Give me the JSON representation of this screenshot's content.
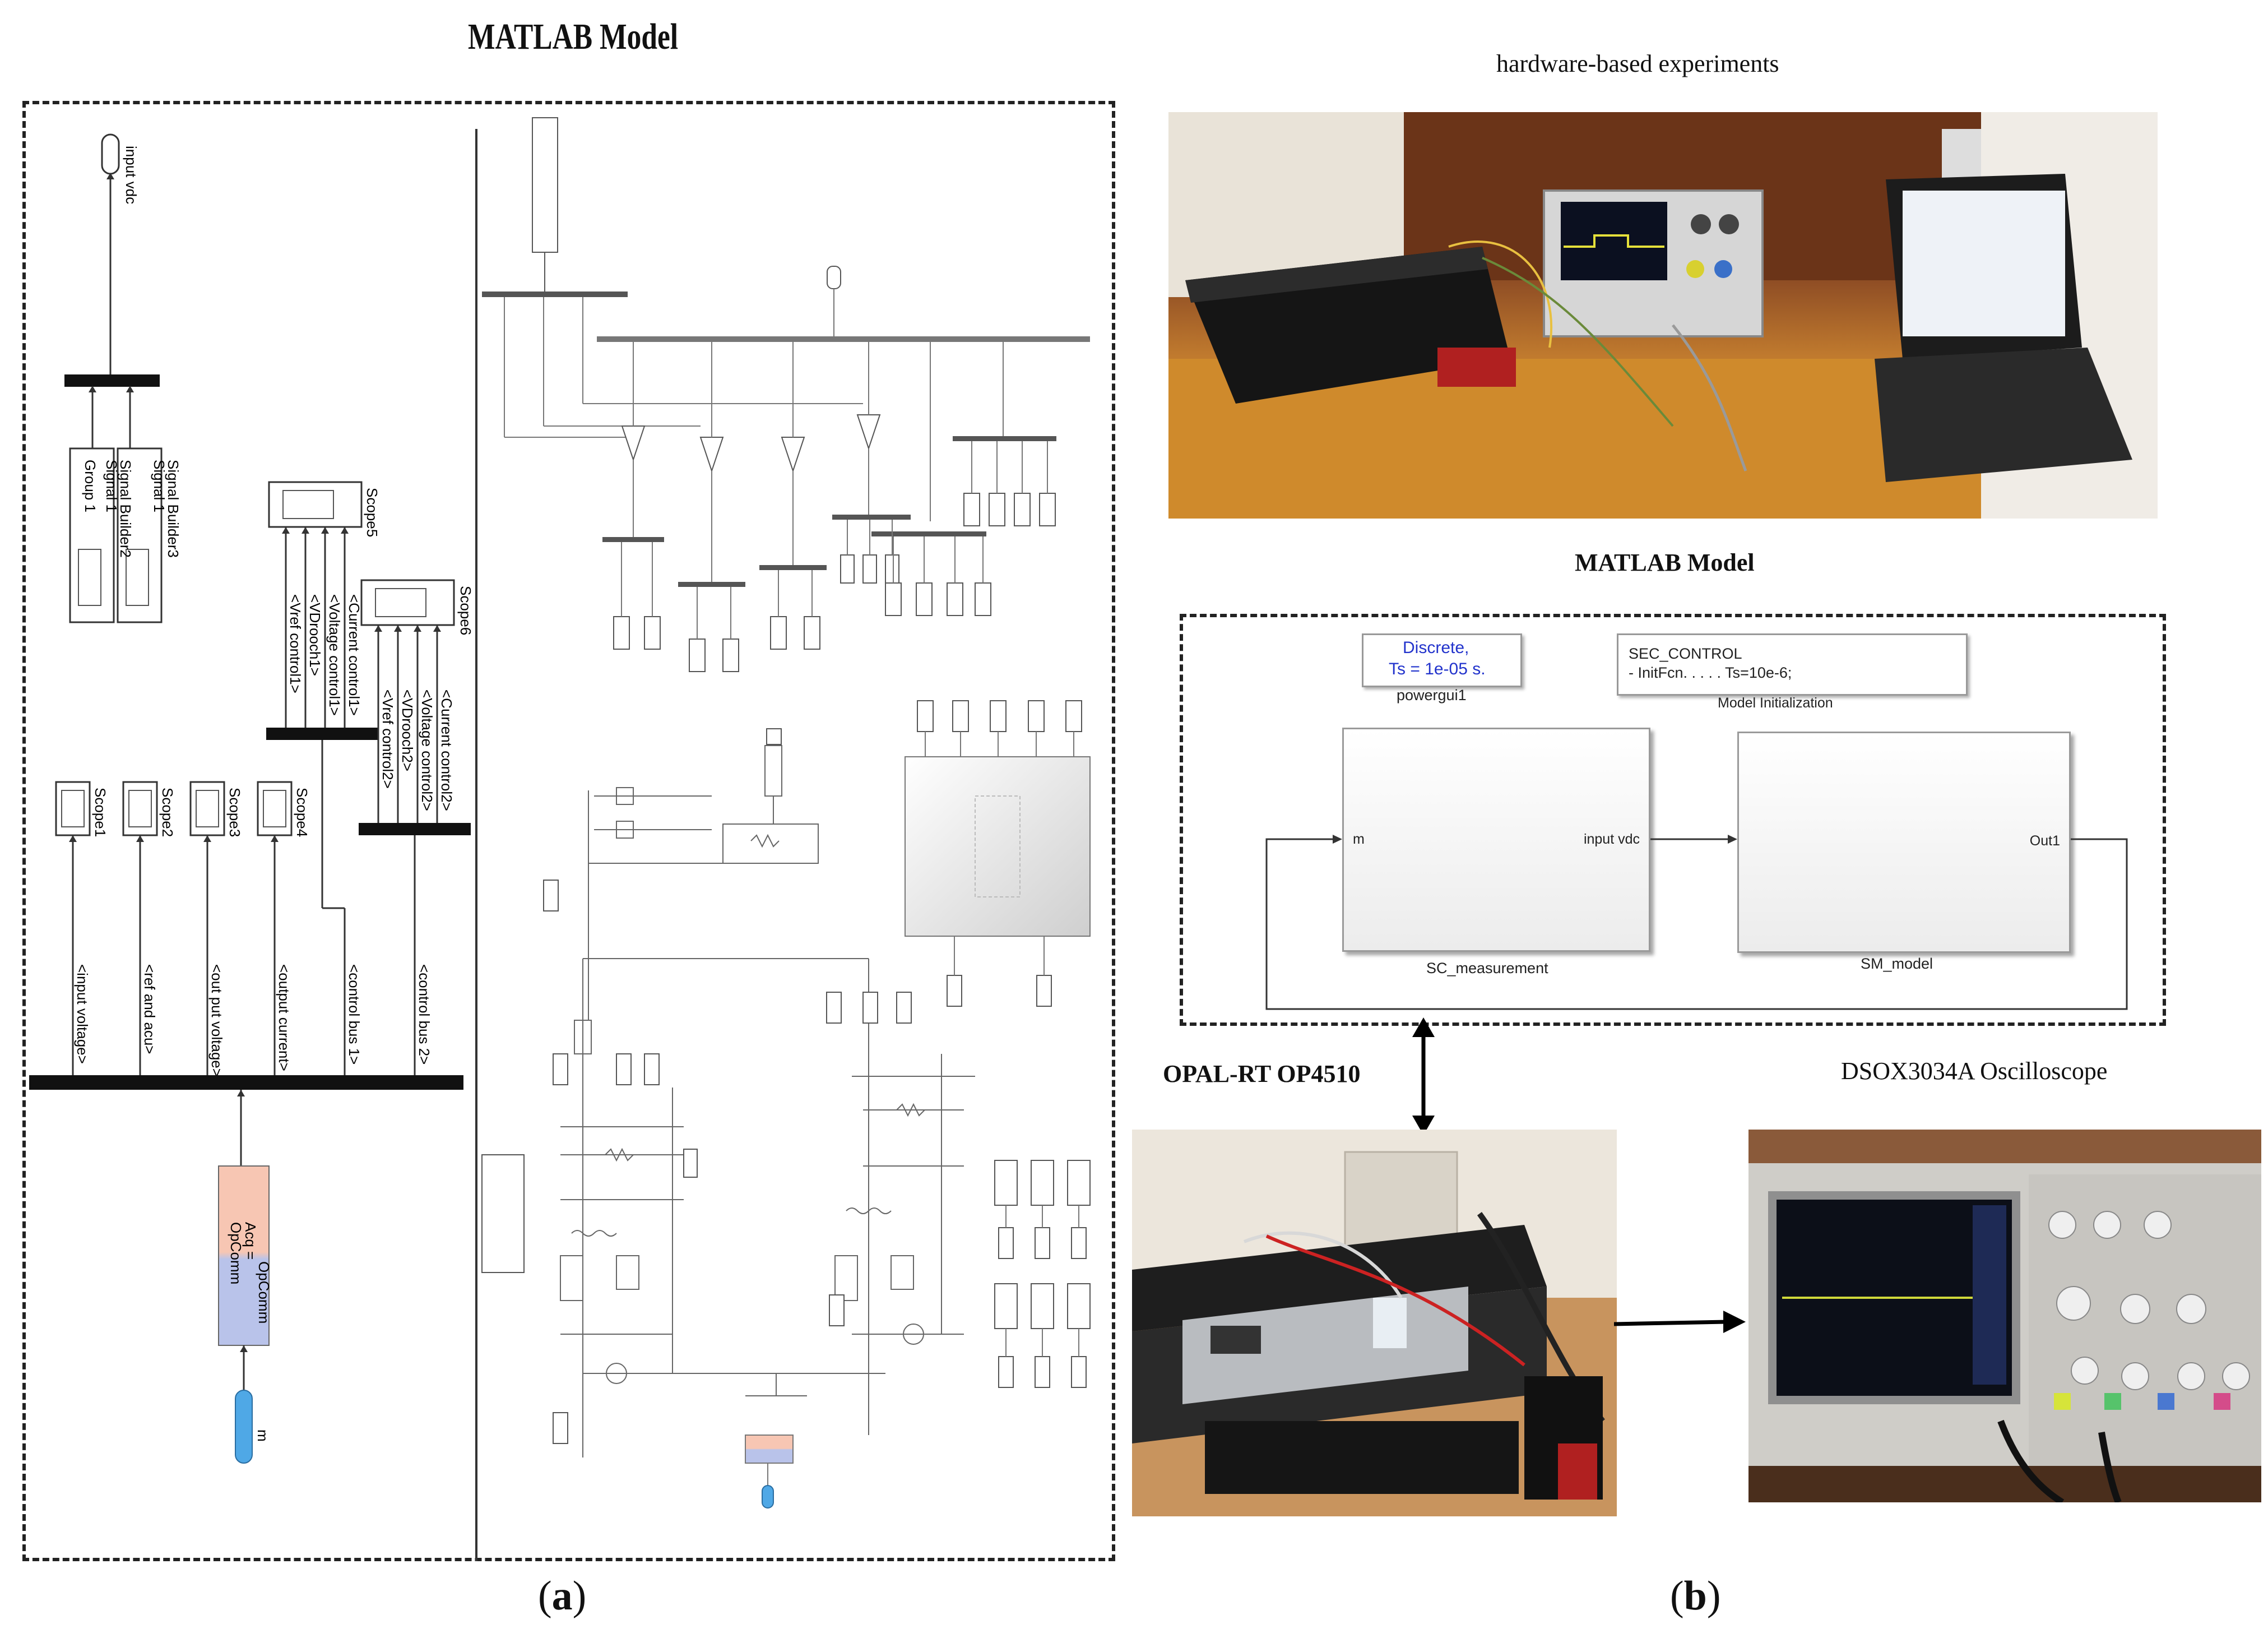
{
  "left_panel": {
    "title": "MATLAB Model",
    "label_open": "(",
    "label_letter": "a",
    "label_close": ")",
    "blocks": {
      "inport_vdc": "input vdc",
      "signal_builder_group": "Group 1",
      "signal_builder_signal": "Signal 1",
      "signal_builder_2": "Signal Builder2",
      "signal_builder_3": "Signal Builder3",
      "scope5": "Scope5",
      "scope6": "Scope6",
      "scope1": "Scope1",
      "scope2": "Scope2",
      "scope3": "Scope3",
      "scope4": "Scope4",
      "bus_input_voltage": "<input voltage>",
      "bus_ref_and_acu": "<ref and acu>",
      "bus_output_voltage": "<out put voltage>",
      "bus_output_current": "<output current>",
      "bus_control_bus1": "<control bus 1>",
      "bus_control_bus2": "<control bus 2>",
      "sel_vref_control1": "<Vref control1>",
      "sel_vdrooch1": "<VDrooch1>",
      "sel_voltage_control1": "<Voltage control1>",
      "sel_current_control1": "<Current control1>",
      "sel_vref_control2": "<Vref control2>",
      "sel_vdrooch2": "<VDrooch2>",
      "sel_voltage_control2": "<Voltage control2>",
      "sel_current_control2": "<Current control2>",
      "opcomm_line1": "OpComm",
      "opcomm_line2": "Acq =",
      "opcomm_line3": "OpComm",
      "inport_m": "m"
    }
  },
  "right_panel": {
    "title_top": "hardware-based experiments",
    "title_model": "MATLAB Model",
    "label_opal": "OPAL-RT OP4510",
    "label_scope": "DSOX3034A Oscilloscope",
    "label_open": "(",
    "label_letter": "b",
    "label_close": ")",
    "powergui": {
      "line1": "Discrete,",
      "line2": "Ts = 1e-05 s.",
      "name": "powergui1"
    },
    "init": {
      "line1": "SEC_CONTROL",
      "line2": "- InitFcn. . . . . Ts=10e-6;",
      "name": "Model Initialization"
    },
    "sc_block": {
      "in_port": "m",
      "out_port": "input vdc",
      "name": "SC_measurement"
    },
    "sm_block": {
      "out_port": "Out1",
      "name": "SM_model"
    }
  },
  "colors": {
    "opcomm_top": "#f7c6b3",
    "opcomm_bottom": "#b9c3ea",
    "inport_blue": "#4fa8e6",
    "powergui_text": "#2233cc",
    "bus_bar": "#111111"
  }
}
